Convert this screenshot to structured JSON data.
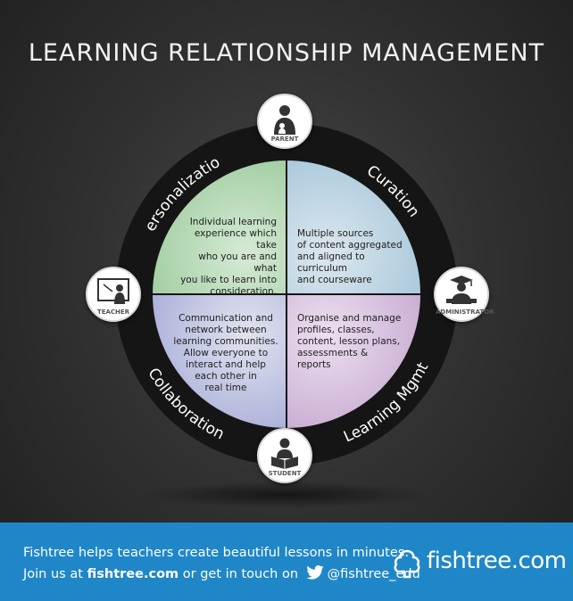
{
  "title": "LEARNING RELATIONSHIP MANAGEMENT",
  "quadrants": {
    "personalization": {
      "label": "Personalization",
      "text": [
        "Individual learning",
        "experience which take",
        "who you are and what",
        "you like to learn into",
        "consideration."
      ]
    },
    "curation": {
      "label": "Curation",
      "text": [
        "Multiple sources",
        "of content aggregated",
        "and aligned to curriculum",
        "and courseware"
      ]
    },
    "collaboration": {
      "label": "Collaboration",
      "text": [
        "Communication and",
        "network between",
        "learning communities.",
        "Allow everyone to",
        "interact and help",
        "each other in",
        "real time"
      ]
    },
    "learning_mgmt": {
      "label": "Learning Mgmt",
      "text": [
        "Organise and manage",
        "profiles, classes,",
        "content, lesson plans,",
        "assessments &",
        "reports"
      ]
    }
  },
  "roles": {
    "parent": "PARENT",
    "teacher": "TEACHER",
    "administrator": "ADMINISTRATOR",
    "student": "STUDENT"
  },
  "colors": {
    "personalization": "#a8d4a8",
    "curation": "#a8c8d8",
    "collaboration": "#a9aed6",
    "learning_mgmt": "#cbb0d2",
    "footer": "#1f87c8"
  },
  "footer": {
    "line1": "Fishtree helps teachers create beautiful lessons in minutes.",
    "line2_prefix": "Join us at ",
    "line2_site": "fishtree.com",
    "line2_middle": " or get in touch on ",
    "twitter": "@fishtree_edu",
    "brand": "fishtree.com"
  }
}
